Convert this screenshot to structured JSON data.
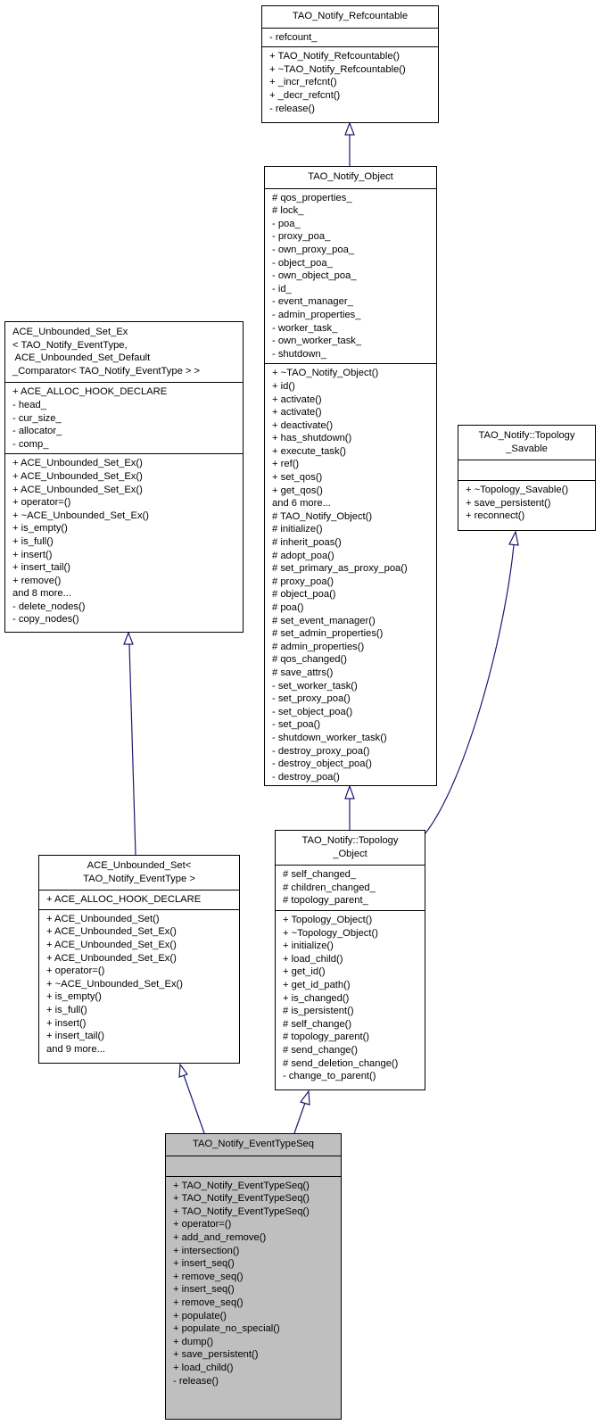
{
  "diagram": {
    "type": "inheritance",
    "classes": {
      "refcountable": {
        "name": "TAO_Notify_Refcountable",
        "attributes": [
          "- refcount_"
        ],
        "methods": [
          "+ TAO_Notify_Refcountable()",
          "+ ~TAO_Notify_Refcountable()",
          "+ _incr_refcnt()",
          "+ _decr_refcnt()",
          "- release()"
        ]
      },
      "object": {
        "name": "TAO_Notify_Object",
        "attributes": [
          "# qos_properties_",
          "# lock_",
          "- poa_",
          "- proxy_poa_",
          "- own_proxy_poa_",
          "- object_poa_",
          "- own_object_poa_",
          "- id_",
          "- event_manager_",
          "- admin_properties_",
          "- worker_task_",
          "- own_worker_task_",
          "- shutdown_"
        ],
        "methods": [
          "+ ~TAO_Notify_Object()",
          "+ id()",
          "+ activate()",
          "+ activate()",
          "+ deactivate()",
          "+ has_shutdown()",
          "+ execute_task()",
          "+ ref()",
          "+ set_qos()",
          "+ get_qos()",
          "and 6 more...",
          "# TAO_Notify_Object()",
          "# initialize()",
          "# inherit_poas()",
          "# adopt_poa()",
          "# set_primary_as_proxy_poa()",
          "# proxy_poa()",
          "# object_poa()",
          "# poa()",
          "# set_event_manager()",
          "# set_admin_properties()",
          "# admin_properties()",
          "# qos_changed()",
          "# save_attrs()",
          "- set_worker_task()",
          "- set_proxy_poa()",
          "- set_object_poa()",
          "- set_poa()",
          "- shutdown_worker_task()",
          "- destroy_proxy_poa()",
          "- destroy_object_poa()",
          "- destroy_poa()"
        ]
      },
      "unbounded_set_ex": {
        "name_lines": [
          "ACE_Unbounded_Set_Ex",
          "< TAO_Notify_EventType,",
          " ACE_Unbounded_Set_Default",
          "_Comparator< TAO_Notify_EventType > >"
        ],
        "attributes": [
          "+ ACE_ALLOC_HOOK_DECLARE",
          "- head_",
          "- cur_size_",
          "- allocator_",
          "- comp_"
        ],
        "methods": [
          "+ ACE_Unbounded_Set_Ex()",
          "+ ACE_Unbounded_Set_Ex()",
          "+ ACE_Unbounded_Set_Ex()",
          "+ operator=()",
          "+ ~ACE_Unbounded_Set_Ex()",
          "+ is_empty()",
          "+ is_full()",
          "+ insert()",
          "+ insert_tail()",
          "+ remove()",
          "and 8 more...",
          "- delete_nodes()",
          "- copy_nodes()"
        ]
      },
      "topology_savable": {
        "name_lines": [
          "TAO_Notify::Topology",
          "_Savable"
        ],
        "attributes": [],
        "methods": [
          "+ ~Topology_Savable()",
          "+ save_persistent()",
          "+ reconnect()"
        ]
      },
      "unbounded_set": {
        "name_lines": [
          "ACE_Unbounded_Set<",
          "TAO_Notify_EventType >"
        ],
        "attributes": [
          "+ ACE_ALLOC_HOOK_DECLARE"
        ],
        "methods": [
          "+ ACE_Unbounded_Set()",
          "+ ACE_Unbounded_Set_Ex()",
          "+ ACE_Unbounded_Set_Ex()",
          "+ ACE_Unbounded_Set_Ex()",
          "+ operator=()",
          "+ ~ACE_Unbounded_Set_Ex()",
          "+ is_empty()",
          "+ is_full()",
          "+ insert()",
          "+ insert_tail()",
          "and 9 more..."
        ]
      },
      "topology_object": {
        "name_lines": [
          "TAO_Notify::Topology",
          "_Object"
        ],
        "attributes": [
          "# self_changed_",
          "# children_changed_",
          "# topology_parent_"
        ],
        "methods": [
          "+ Topology_Object()",
          "+ ~Topology_Object()",
          "+ initialize()",
          "+ load_child()",
          "+ get_id()",
          "+ get_id_path()",
          "+ is_changed()",
          "# is_persistent()",
          "# self_change()",
          "# topology_parent()",
          "# send_change()",
          "# send_deletion_change()",
          "- change_to_parent()"
        ]
      },
      "event_type_seq": {
        "name": "TAO_Notify_EventTypeSeq",
        "attributes": [],
        "methods": [
          "+ TAO_Notify_EventTypeSeq()",
          "+ TAO_Notify_EventTypeSeq()",
          "+ TAO_Notify_EventTypeSeq()",
          "+ operator=()",
          "+ add_and_remove()",
          "+ intersection()",
          "+ insert_seq()",
          "+ remove_seq()",
          "+ insert_seq()",
          "+ remove_seq()",
          "+ populate()",
          "+ populate_no_special()",
          "+ dump()",
          "+ save_persistent()",
          "+ load_child()",
          "- release()"
        ]
      }
    },
    "edges": [
      {
        "from": "object",
        "to": "refcountable"
      },
      {
        "from": "topology_object",
        "to": "object"
      },
      {
        "from": "topology_object",
        "to": "topology_savable"
      },
      {
        "from": "unbounded_set",
        "to": "unbounded_set_ex"
      },
      {
        "from": "event_type_seq",
        "to": "unbounded_set"
      },
      {
        "from": "event_type_seq",
        "to": "topology_object"
      }
    ],
    "colors": {
      "edge": "#191970",
      "focus_fill": "#bfbfbf",
      "box_fill": "#ffffff",
      "border": "#000000"
    }
  }
}
